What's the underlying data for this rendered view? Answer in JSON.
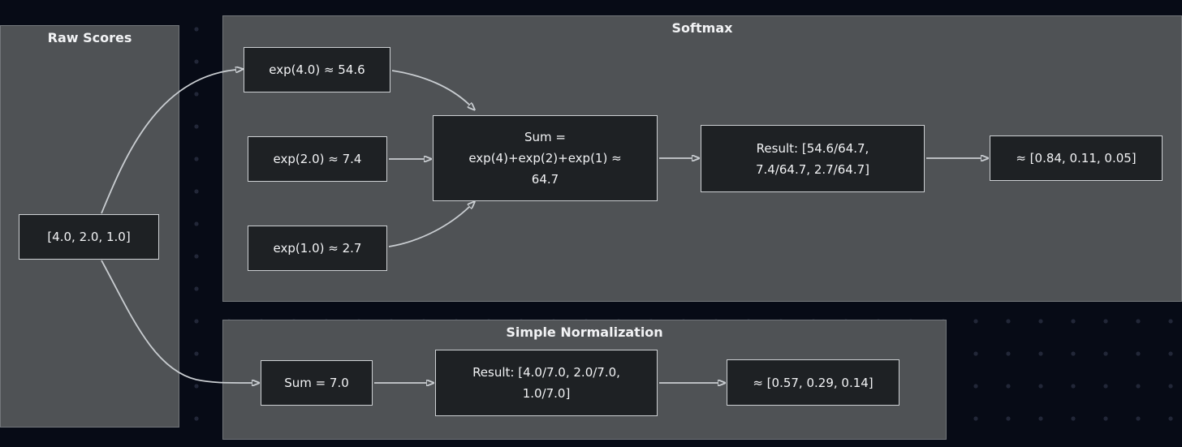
{
  "diagram": {
    "containers": {
      "raw_scores": {
        "title": "Raw Scores"
      },
      "softmax": {
        "title": "Softmax"
      },
      "simple_normalization": {
        "title": "Simple Normalization"
      }
    },
    "nodes": {
      "raw": {
        "label": "[4.0, 2.0, 1.0]"
      },
      "exp4": {
        "label": "exp(4.0) ≈ 54.6"
      },
      "exp2": {
        "label": "exp(2.0) ≈ 7.4"
      },
      "exp1": {
        "label": "exp(1.0) ≈ 2.7"
      },
      "sum_softmax": {
        "lines": [
          "Sum =",
          "exp(4)+exp(2)+exp(1) ≈",
          "64.7"
        ]
      },
      "result_softmax": {
        "lines": [
          "Result: [54.6/64.7,",
          "7.4/64.7, 2.7/64.7]"
        ]
      },
      "final_softmax": {
        "label": "≈ [0.84, 0.11, 0.05]"
      },
      "sum_simple": {
        "label": "Sum = 7.0"
      },
      "result_simple": {
        "lines": [
          "Result: [4.0/7.0, 2.0/7.0,",
          "1.0/7.0]"
        ]
      },
      "final_simple": {
        "label": "≈ [0.57, 0.29, 0.14]"
      }
    },
    "edges": [
      {
        "from": "raw",
        "to": "exp4"
      },
      {
        "from": "raw",
        "to": "sum_simple"
      },
      {
        "from": "exp4",
        "to": "sum_softmax"
      },
      {
        "from": "exp2",
        "to": "sum_softmax"
      },
      {
        "from": "exp1",
        "to": "sum_softmax"
      },
      {
        "from": "sum_softmax",
        "to": "result_softmax"
      },
      {
        "from": "result_softmax",
        "to": "final_softmax"
      },
      {
        "from": "sum_simple",
        "to": "result_simple"
      },
      {
        "from": "result_simple",
        "to": "final_simple"
      }
    ],
    "colors": {
      "background": "#070b16",
      "dot_grid": "#222738",
      "container_fill": "#4f5255",
      "container_border": "#72767a",
      "node_fill": "#1e2124",
      "node_border": "#cdd0d3",
      "edge": "#c9cdd1",
      "text": "#f2f3f5"
    }
  }
}
